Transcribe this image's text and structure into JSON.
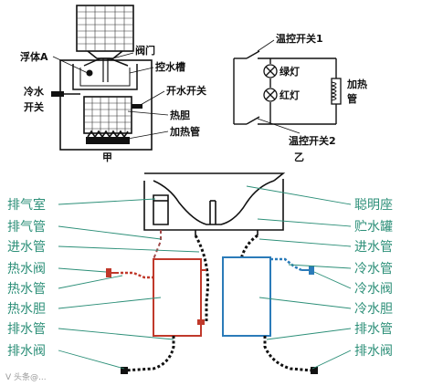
{
  "top_left": {
    "fig_label": "甲",
    "labels": {
      "float": "浮体A",
      "valve": "阀门",
      "control_tank": "控水槽",
      "cold_switch_1": "冷水",
      "cold_switch_2": "开关",
      "hot_switch": "开水开关",
      "hot_tank": "热胆",
      "heater": "加热管"
    }
  },
  "top_right": {
    "fig_label": "乙",
    "labels": {
      "thermo1": "温控开关1",
      "green_lamp": "绿灯",
      "red_lamp": "红灯",
      "heater_1": "加热",
      "heater_2": "管",
      "thermo2": "温控开关2"
    }
  },
  "bottom": {
    "left_labels": [
      "排气室",
      "排气管",
      "进水管",
      "热水阀",
      "热水管",
      "热水胆",
      "排水管",
      "排水阀"
    ],
    "right_labels": [
      "聪明座",
      "贮水罐",
      "进水管",
      "冷水管",
      "冷水阀",
      "冷水胆",
      "排水管",
      "排水阀"
    ],
    "colors": {
      "label": "#2c8f78",
      "hot": "#c0392b",
      "cold": "#2b7bb9",
      "line": "#111111"
    }
  },
  "watermark": "V 头条@..."
}
